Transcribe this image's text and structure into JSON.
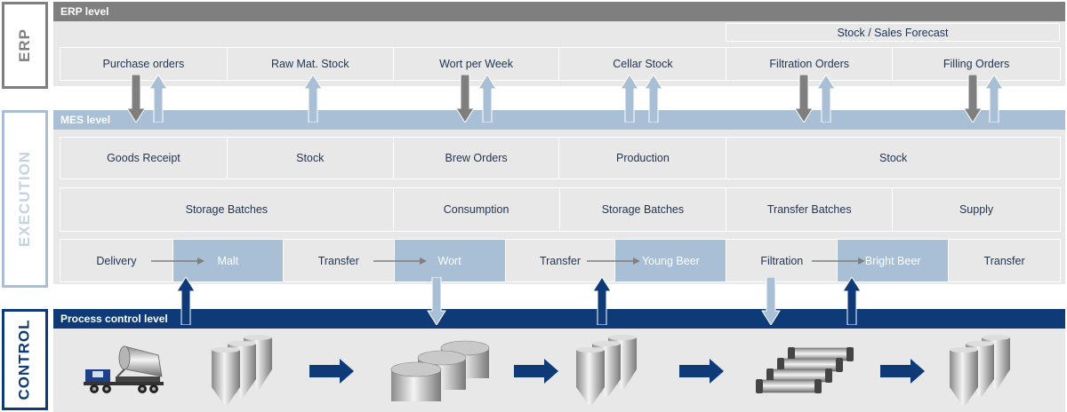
{
  "colors": {
    "erp_bar": "#7f7f7f",
    "mes_bar": "#a8bfd6",
    "pcl_bar": "#0f3a78",
    "panel": "#e8e8e8",
    "dark_arrow": "#7f7f7f",
    "light_arrow": "#a8bfd6",
    "navy": "#0f3a78",
    "text": "#1e3455"
  },
  "sidebar": {
    "erp": "ERP",
    "execution": "EXECUTION",
    "control": "CONTROL"
  },
  "erp": {
    "bar_title": "ERP level",
    "forecast": "Stock / Sales Forecast",
    "cells": [
      "Purchase orders",
      "Raw Mat. Stock",
      "Wort per Week",
      "Cellar Stock",
      "Filtration Orders",
      "Filling Orders"
    ]
  },
  "mes": {
    "bar_title": "MES level",
    "row1": [
      "Goods Receipt",
      "Stock",
      "Brew Orders",
      "Production",
      "Stock"
    ],
    "row2": [
      "Storage Batches",
      "Consumption",
      "Storage Batches",
      "Transfer Batches",
      "Supply"
    ],
    "row3": [
      "Delivery",
      "Malt",
      "Transfer",
      "Wort",
      "Transfer",
      "Young Beer",
      "Filtration",
      "Bright Beer",
      "Transfer"
    ]
  },
  "control": {
    "bar_title": "Process control level",
    "equipment_icons": [
      "truck-icon",
      "silos-icon",
      "horizontal-tanks-icon",
      "fermentation-tanks-icon",
      "filter-tubes-icon",
      "bright-tanks-icon"
    ]
  }
}
